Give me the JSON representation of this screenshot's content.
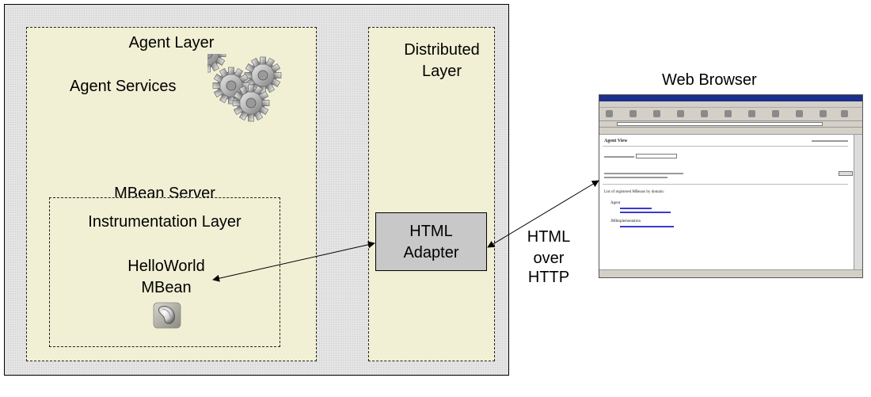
{
  "labels": {
    "agent_layer": "Agent Layer",
    "agent_services": "Agent Services",
    "distributed_line1": "Distributed",
    "distributed_line2": "Layer",
    "mbean_server": "MBean Server",
    "instrumentation_layer": "Instrumentation Layer",
    "helloworld_line1": "HelloWorld",
    "helloworld_line2": "MBean",
    "html_adapter_line1": "HTML",
    "html_adapter_line2": "Adapter",
    "protocol_line1": "HTML",
    "protocol_line2": "over",
    "protocol_line3": "HTTP",
    "web_browser": "Web Browser"
  },
  "browser_page": {
    "heading": "Agent View",
    "mbean_list_heading": "List of registered MBeans by domain:",
    "domains": [
      "JMImplementation",
      "Agent"
    ]
  },
  "icons": {
    "gears": "gears-icon",
    "bean": "bean-icon"
  },
  "colors": {
    "layer_fill": "#f1f0d5",
    "outer_fill": "#e4e4e4",
    "adapter_fill": "#c8c8c8"
  }
}
